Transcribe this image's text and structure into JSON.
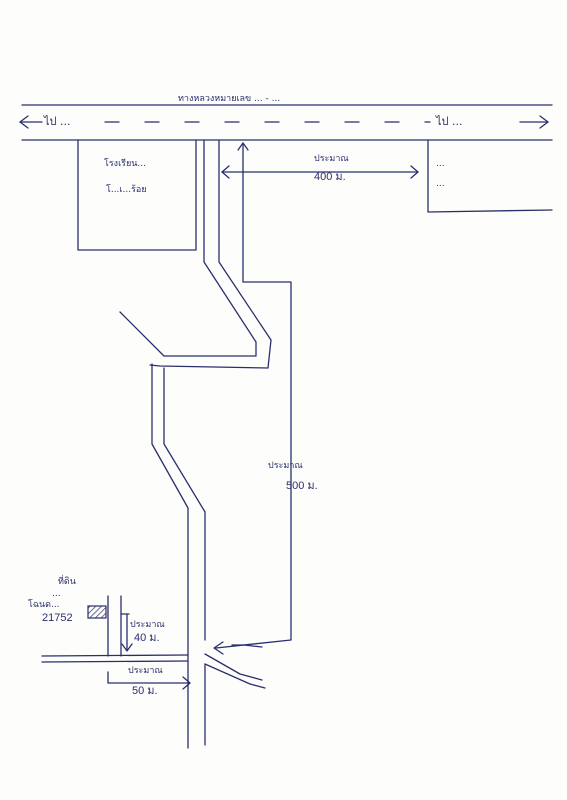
{
  "map": {
    "top_road": {
      "label": "ทางหลวงหมายเลข ... - ...",
      "left_direction": "ไป ... ",
      "right_direction": "ไป ..."
    },
    "building_left": {
      "label_line1": "โรงเรียน...",
      "label_line2": "โ...เ...ร้อย"
    },
    "building_right": {
      "label_line1": "...",
      "label_line2": "..."
    },
    "distance_top": {
      "label": "ประมาณ",
      "value": "400 ม."
    },
    "distance_middle": {
      "label": "ประมาณ",
      "value": "500 ม."
    },
    "distance_bottom_vertical": {
      "label": "ประมาณ",
      "value": "40 ม."
    },
    "distance_bottom_horizontal": {
      "label": "ประมาณ",
      "value": "50 ม."
    },
    "site": {
      "label_line1": "ที่ดิน",
      "label_line2": "...",
      "label_line3": "โฉนด...",
      "deed_number": "21752"
    },
    "colors": {
      "ink": "#2a2f6b",
      "paper": "#fdfdfc"
    }
  }
}
